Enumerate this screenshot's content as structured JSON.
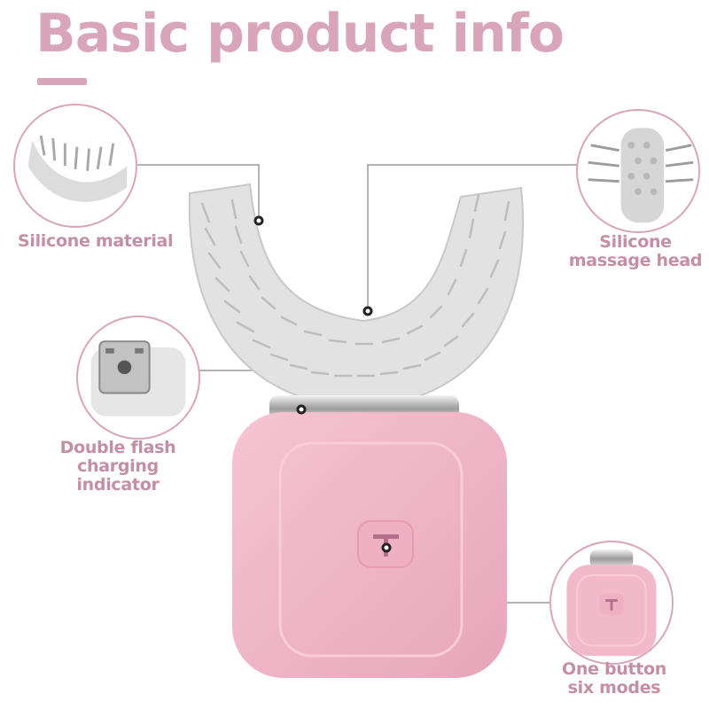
{
  "header": {
    "title": "Basic product info"
  },
  "features": [
    {
      "lines": [
        "Silicone material"
      ]
    },
    {
      "lines": [
        "Silicone",
        "massage head"
      ]
    },
    {
      "lines": [
        "Double flash",
        "charging indicator"
      ]
    },
    {
      "lines": [
        "One button",
        "six modes"
      ]
    }
  ],
  "colors": {
    "accent": "#d9a5ba",
    "label": "#c48fa4",
    "device_body": "#f2b9ca",
    "bristle": "#dcdcdc",
    "leader_line": "#9a9a9a"
  }
}
